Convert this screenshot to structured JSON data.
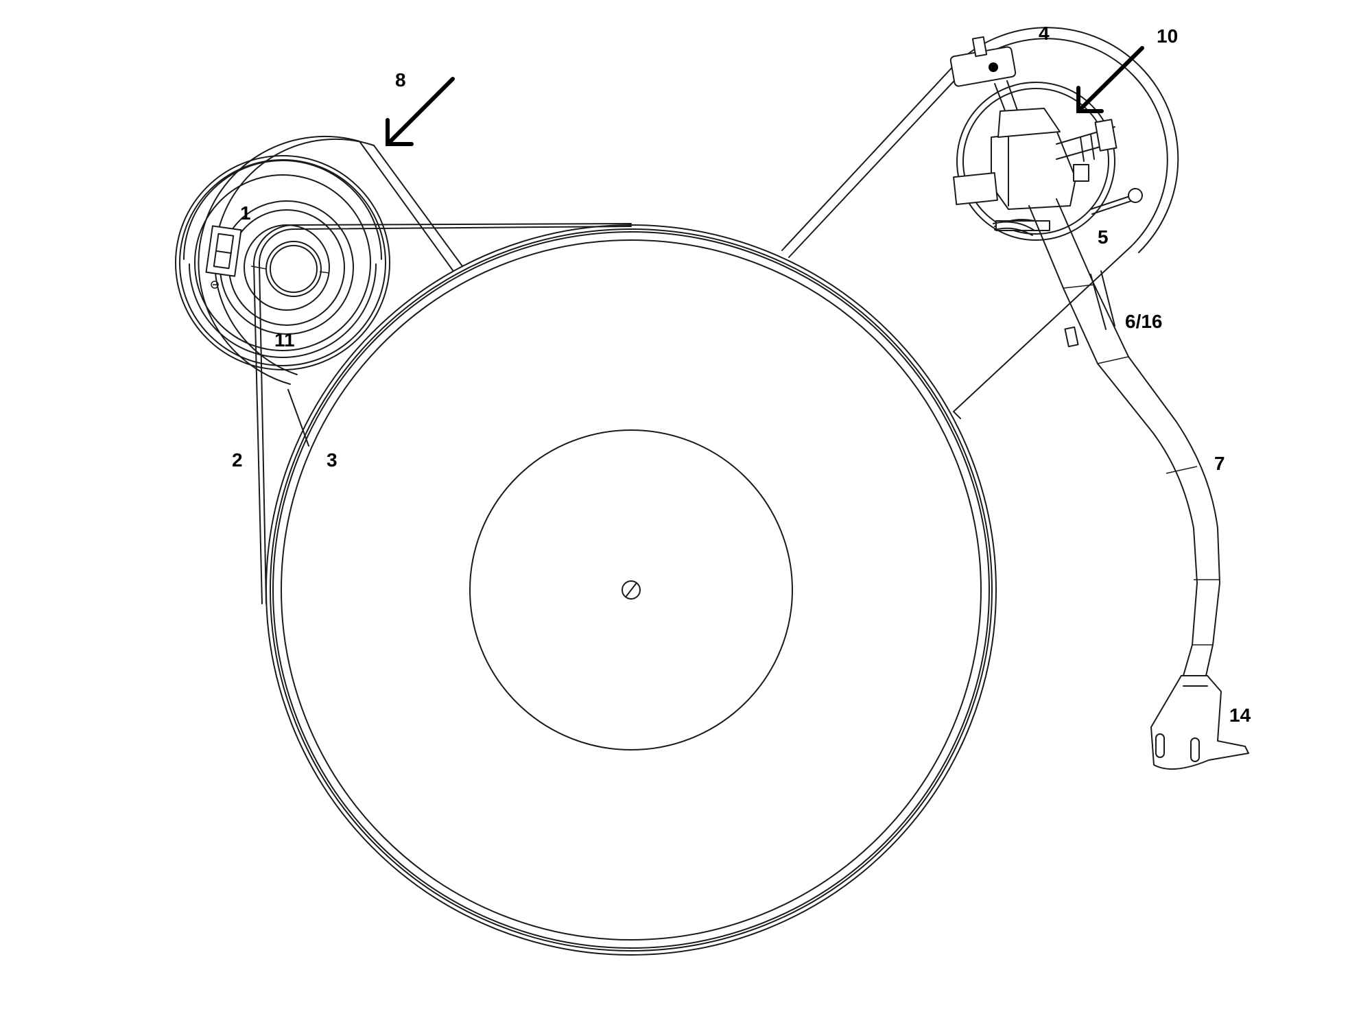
{
  "callouts": {
    "c1": "1",
    "c2": "2",
    "c3": "3",
    "c4": "4",
    "c5": "5",
    "c6": "6/16",
    "c7": "7",
    "c8": "8",
    "c10": "10",
    "c11": "11",
    "c14": "14"
  },
  "colors": {
    "line": "#1a1a1a",
    "background": "#ffffff"
  }
}
